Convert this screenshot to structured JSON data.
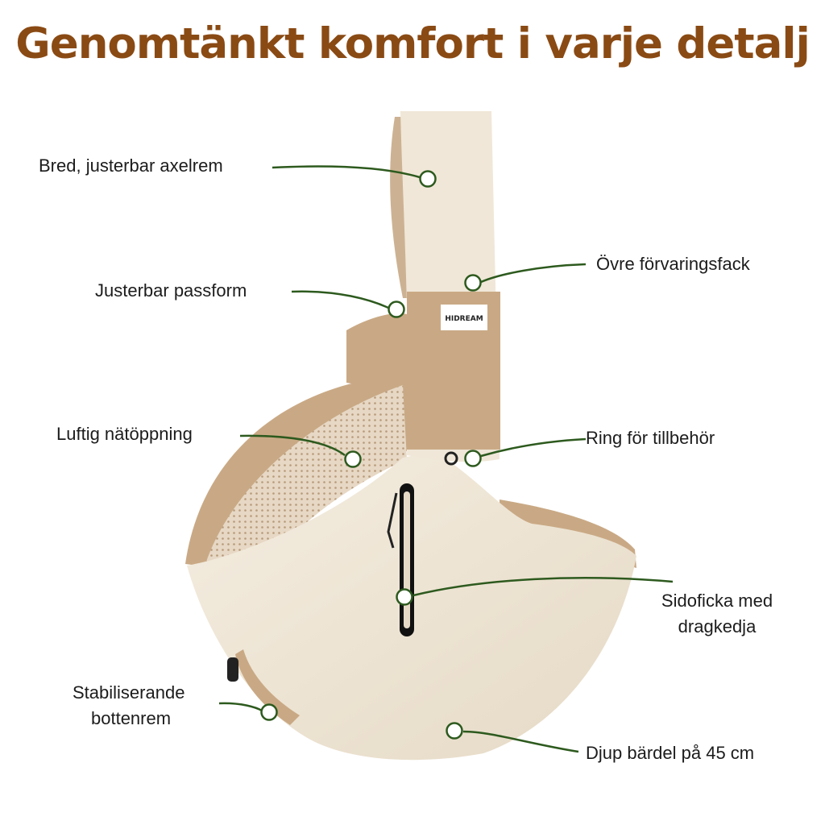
{
  "title": "Genomtänkt komfort i varje detalj",
  "brand_tag": "HIDREAM",
  "colors": {
    "title": "#8a4a14",
    "callout": "#2d5a1e",
    "fabric_light": "#efe6d6",
    "fabric_tan": "#c9a985",
    "zipper": "#111111"
  },
  "labels": {
    "strap": "Bred, justerbar axelrem",
    "fit": "Justerbar passform",
    "mesh": "Luftig nätöppning",
    "bottom_strap": [
      "Stabiliserande",
      "bottenrem"
    ],
    "storage": "Övre förvaringsfack",
    "ring": "Ring för tillbehör",
    "side_pocket": [
      "Sidoficka med",
      "dragkedja"
    ],
    "depth": "Djup bärdel på 45 cm"
  }
}
